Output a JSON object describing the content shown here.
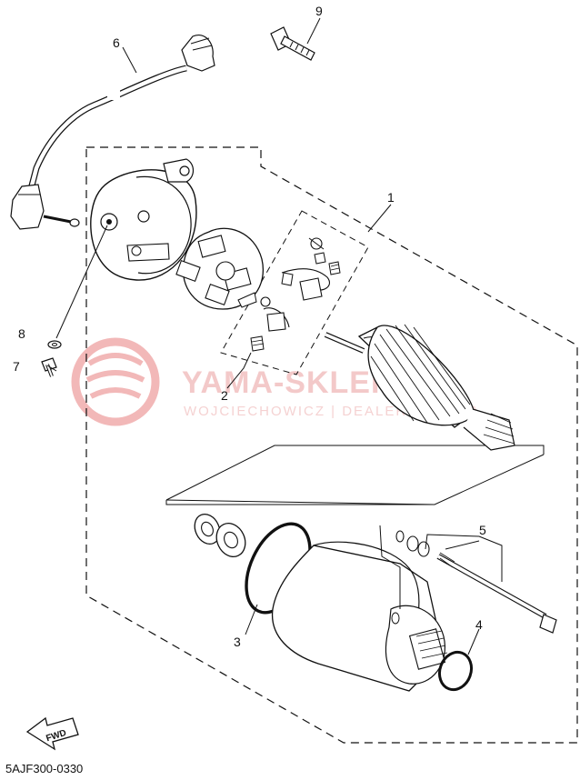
{
  "part_labels": {
    "p1": "1",
    "p2": "2",
    "p3": "3",
    "p4": "4",
    "p5": "5",
    "p6": "6",
    "p7": "7",
    "p8": "8",
    "p9": "9"
  },
  "watermark": {
    "title": "YAMA-SKLEP.PL",
    "subtitle": "WOJCIECHOWICZ | DEALER YAMAHA"
  },
  "direction_arrow": "FWD",
  "diagram_code": "5AJF300-0330",
  "colors": {
    "line": "#111111",
    "watermark": "#f3c9c9",
    "watermark_logo": "#f2b8b8"
  }
}
